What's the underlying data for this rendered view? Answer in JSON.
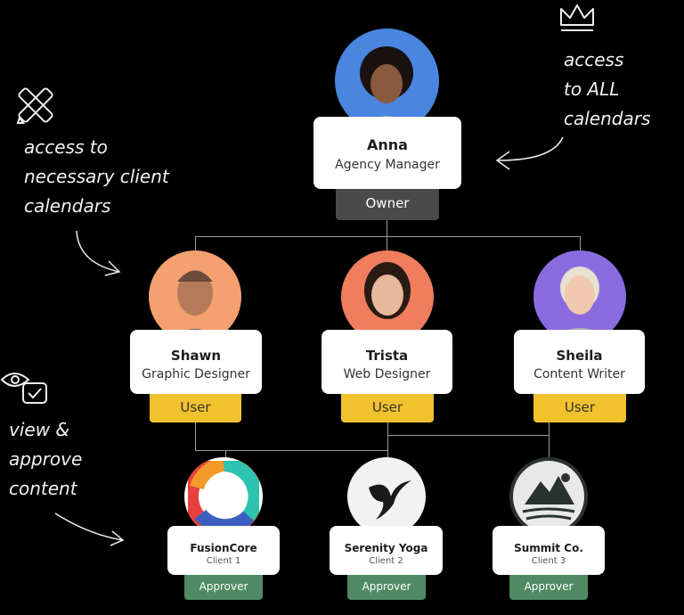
{
  "owner": {
    "name": "Anna",
    "role": "Agency Manager",
    "badge": "Owner",
    "avatar_color": "#4a86e0"
  },
  "team": [
    {
      "name": "Shawn",
      "role": "Graphic Designer",
      "badge": "User",
      "avatar_color": "#f4a070"
    },
    {
      "name": "Trista",
      "role": "Web Designer",
      "badge": "User",
      "avatar_color": "#f07d5e"
    },
    {
      "name": "Sheila",
      "role": "Content Writer",
      "badge": "User",
      "avatar_color": "#8b6be0"
    }
  ],
  "clients": [
    {
      "name": "FusionCore",
      "sub": "Client 1",
      "badge": "Approver"
    },
    {
      "name": "Serenity Yoga",
      "sub": "Client 2",
      "badge": "Approver"
    },
    {
      "name": "Summit Co.",
      "sub": "Client 3",
      "badge": "Approver"
    }
  ],
  "notes": {
    "owner": [
      "access",
      "to ALL",
      "calendars"
    ],
    "team": [
      "access to",
      "necessary client",
      "calendars"
    ],
    "clients": [
      "view &",
      "approve",
      "content"
    ]
  },
  "colors": {
    "user_badge": "#f2c12e",
    "owner_badge": "#4a4a4a",
    "approver_badge": "#4f8a63"
  }
}
